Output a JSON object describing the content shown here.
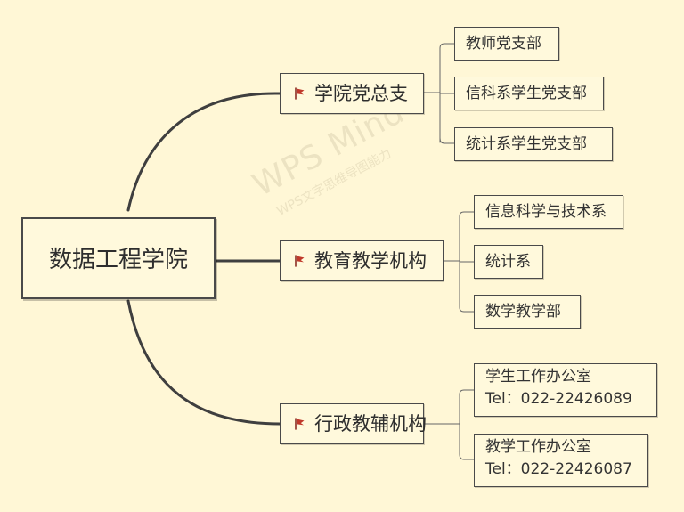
{
  "root": {
    "label": "数据工程学院"
  },
  "branches": [
    {
      "label": "学院党总支",
      "icon": "flag-icon",
      "children": [
        {
          "label": "教师党支部"
        },
        {
          "label": "信科系学生党支部"
        },
        {
          "label": "统计系学生党支部"
        }
      ]
    },
    {
      "label": "教育教学机构",
      "icon": "flag-icon",
      "children": [
        {
          "label": "信息科学与技术系"
        },
        {
          "label": "统计系"
        },
        {
          "label": "数学教学部"
        }
      ]
    },
    {
      "label": "行政教辅机构",
      "icon": "flag-icon",
      "children": [
        {
          "title": "学生工作办公室",
          "phone": "Tel：022-22426089"
        },
        {
          "title": "教学工作办公室",
          "phone": "Tel：022-22426087"
        }
      ]
    }
  ],
  "watermark": {
    "main": "WPS Mind",
    "sub": "WPS文字思维导图能力"
  },
  "colors": {
    "background": "#fff7d6",
    "box_fill": "#fff9dc",
    "stroke": "#4a4a4a",
    "flag": "#c0392b"
  }
}
